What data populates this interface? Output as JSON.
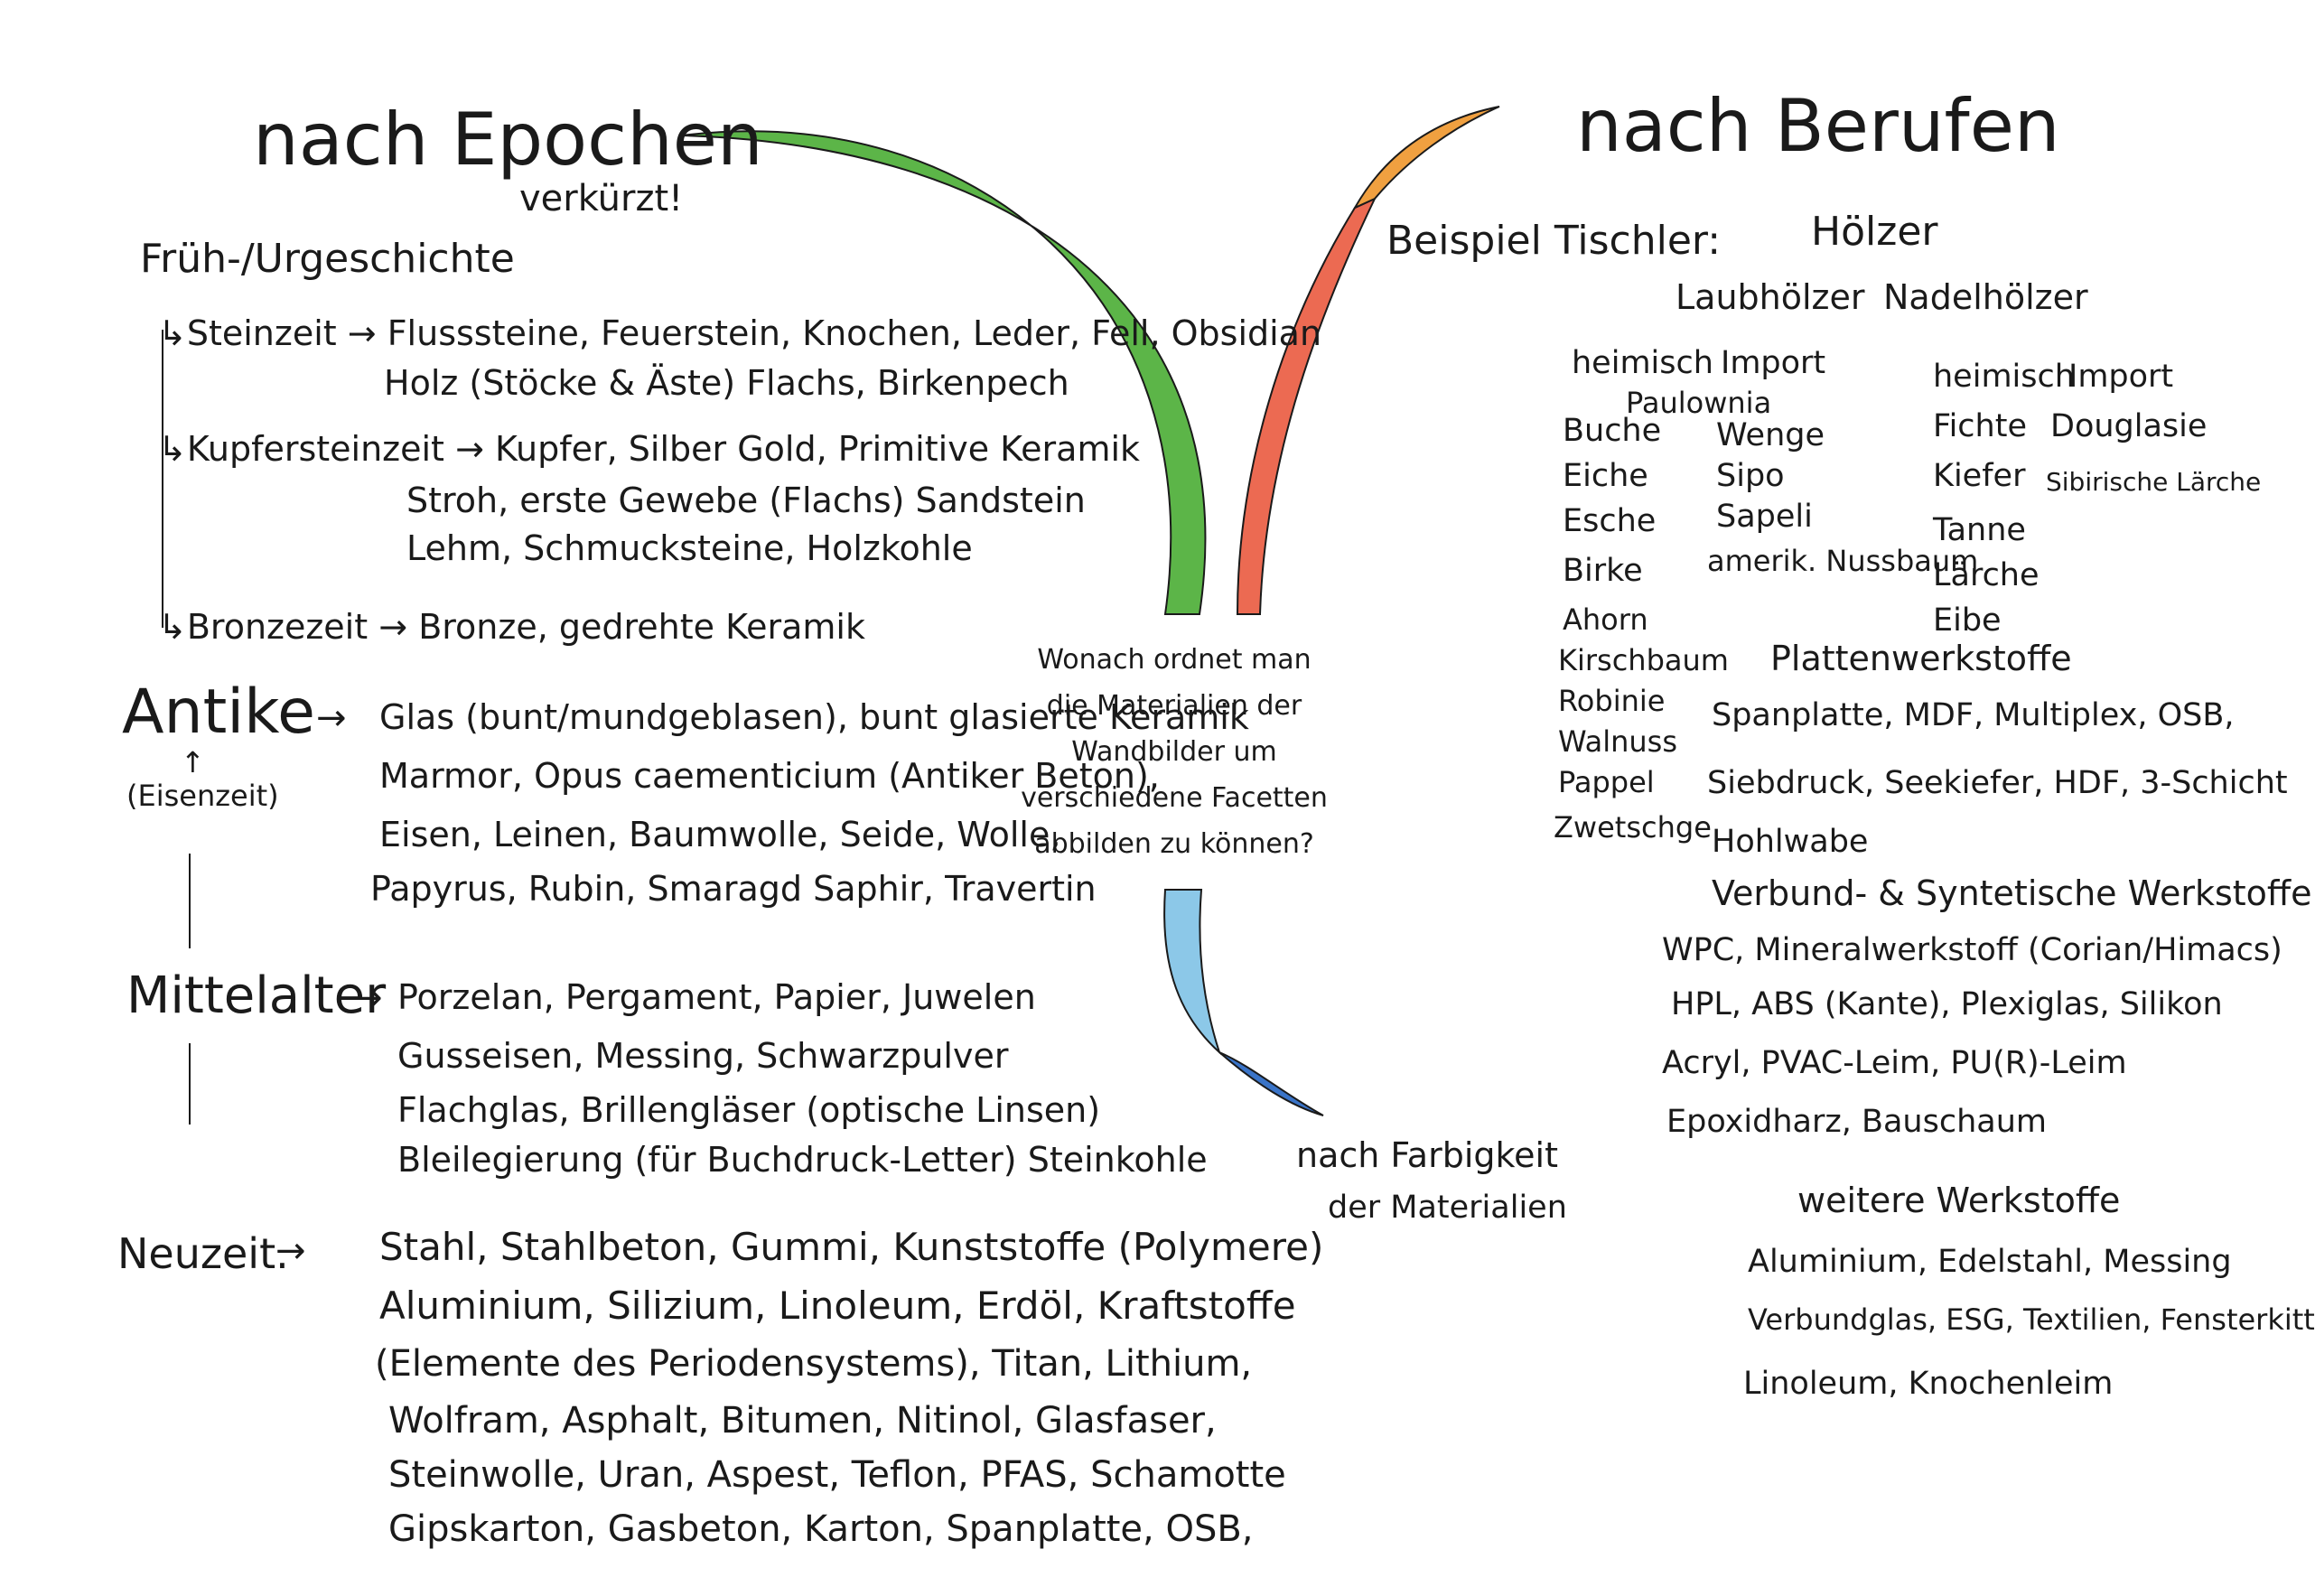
{
  "center_question": [
    "Wonach ordnet man",
    "die Materialien der",
    "Wandbilder um",
    "verschiedene Facetten",
    "abbilden zu können?"
  ],
  "branch_colors": {
    "epochen": "#5cb548",
    "berufen_lower": "#ec6a52",
    "berufen_upper": "#f0a040",
    "farbigkeit_upper": "#8cc8e8",
    "farbigkeit_lower": "#3a74c8"
  },
  "epochen": {
    "title": "nach Epochen",
    "note": "verkürzt!",
    "prehistory": {
      "title": "Früh-/Urgeschichte",
      "arrow": "↳",
      "item_arrow": "→",
      "steinzeit": {
        "label": "Steinzeit",
        "lines": [
          "Flusssteine, Feuerstein, Knochen, Leder, Fell, Obsidian",
          "Holz (Stöcke & Äste) Flachs, Birkenpech"
        ]
      },
      "kupfersteinzeit": {
        "label": "Kupfersteinzeit",
        "lines": [
          "Kupfer, Silber Gold, Primitive Keramik",
          "Stroh, erste Gewebe (Flachs) Sandstein",
          "Lehm, Schmucksteine, Holzkohle"
        ]
      },
      "bronzezeit": {
        "label": "Bronzezeit",
        "lines": [
          "Bronze, gedrehte Keramik"
        ]
      }
    },
    "antike": {
      "label": "Antike",
      "sub": "(Eisenzeit)",
      "sub_arrow": "↑",
      "arrow": "→",
      "lines": [
        "Glas (bunt/mundgeblasen), bunt glasierte Keramik",
        "Marmor, Opus caementicium (Antiker Beton),",
        "Eisen, Leinen, Baumwolle, Seide, Wolle,",
        "Papyrus, Rubin, Smaragd Saphir, Travertin"
      ]
    },
    "mittelalter": {
      "label": "Mittelalter",
      "arrow": "→",
      "lines": [
        "Porzelan, Pergament, Papier, Juwelen",
        "Gusseisen, Messing, Schwarzpulver",
        "Flachglas, Brillengläser (optische Linsen)",
        "Bleilegierung (für Buchdruck-Letter) Steinkohle"
      ]
    },
    "neuzeit": {
      "label": "Neuzeit.",
      "arrow": "→",
      "lines": [
        "Stahl, Stahlbeton, Gummi, Kunststoffe (Polymere)",
        "Aluminium, Silizium, Linoleum, Erdöl, Kraftstoffe",
        "(Elemente des Periodensystems), Titan, Lithium,",
        "Wolfram, Asphalt, Bitumen, Nitinol, Glasfaser,",
        "Steinwolle, Uran, Aspest, Teflon, PFAS, Schamotte",
        "Gipskarton, Gasbeton, Karton, Spanplatte, OSB,"
      ]
    }
  },
  "berufen": {
    "title": "nach Berufen",
    "beispiel": "Beispiel Tischler:",
    "hoelzer": "Hölzer",
    "laubhoelzer": "Laubhölzer",
    "nadelhoelzer": "Nadelhölzer",
    "laub_heimisch_label": "heimisch",
    "laub_import_label": "Import",
    "laub_import_extra": "Paulownia",
    "laub_heimisch": [
      "Buche",
      "Eiche",
      "Esche",
      "Birke",
      "Ahorn",
      "Kirschbaum",
      "Robinie",
      "Walnuss",
      "Pappel",
      "Zwetschge"
    ],
    "laub_import": [
      "Wenge",
      "Sipo",
      "Sapeli",
      "amerik. Nussbaum"
    ],
    "nadel_heimisch_label": "heimisch",
    "nadel_import_label": "Import",
    "nadel_heimisch": [
      "Fichte",
      "Kiefer",
      "Tanne",
      "Lärche",
      "Eibe"
    ],
    "nadel_import": [
      "Douglasie",
      "Sibirische Lärche"
    ],
    "plattenwerkstoffe": {
      "title": "Plattenwerkstoffe",
      "lines": [
        "Spanplatte, MDF, Multiplex, OSB,",
        "Siebdruck, Seekiefer, HDF, 3-Schicht",
        "Hohlwabe"
      ]
    },
    "verbund": {
      "title": "Verbund- & Syntetische Werkstoffe",
      "lines": [
        "WPC, Mineralwerkstoff (Corian/Himacs)",
        "HPL, ABS (Kante), Plexiglas, Silikon",
        "Acryl, PVAC-Leim, PU(R)-Leim",
        "Epoxidharz, Bauschaum"
      ]
    },
    "weitere": {
      "title": "weitere Werkstoffe",
      "lines": [
        "Aluminium, Edelstahl, Messing",
        "Verbundglas, ESG, Textilien, Fensterkitt",
        "Linoleum, Knochenleim"
      ]
    }
  },
  "farbigkeit": {
    "lines": [
      "nach Farbigkeit",
      "der Materialien"
    ]
  }
}
